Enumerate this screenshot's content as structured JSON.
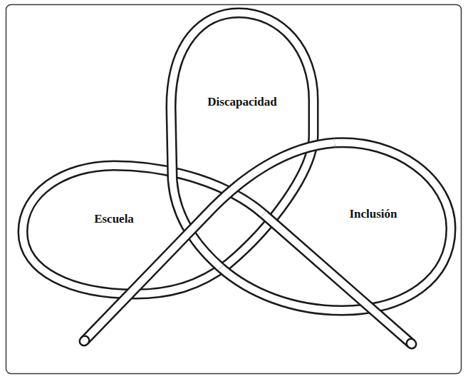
{
  "diagram": {
    "nodes": [
      {
        "text": [
          "Discapacidad"
        ]
      },
      {
        "text": [
          "Escuela"
        ]
      },
      {
        "text": [
          "Inclusión"
        ]
      }
    ]
  }
}
